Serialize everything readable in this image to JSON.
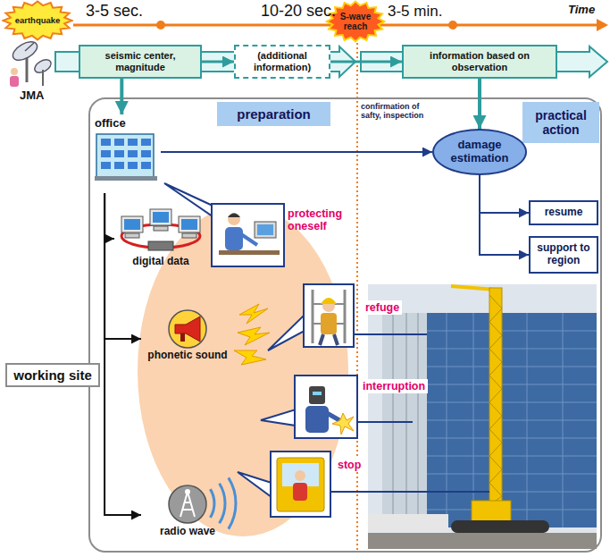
{
  "diagram": {
    "nodes": [
      {
        "text": [
          "earthquake"
        ]
      },
      {
        "text": [
          "S-wave reach"
        ]
      },
      {
        "text": [
          "seismic center, magnitude"
        ]
      },
      {
        "text": [
          "(additional information)"
        ]
      },
      {
        "text": [
          "information based on observation"
        ]
      },
      {
        "text": [
          "office"
        ]
      },
      {
        "text": [
          "preparation"
        ]
      },
      {
        "text": [
          "practical action"
        ]
      },
      {
        "text": [
          "damage estimation"
        ]
      },
      {
        "text": [
          "resume"
        ]
      },
      {
        "text": [
          "support to region"
        ]
      },
      {
        "text": [
          "digital data"
        ]
      },
      {
        "text": [
          "phonetic sound"
        ]
      },
      {
        "text": [
          "radio wave"
        ]
      },
      {
        "text": [
          "working site"
        ]
      }
    ],
    "edges": [
      {
        "from": 2,
        "to": 5,
        "arrow": "to"
      },
      {
        "from": 2,
        "to": 3,
        "arrow": "to"
      },
      {
        "from": 3,
        "to": 4,
        "arrow": "to"
      },
      {
        "from": 4,
        "to": 8,
        "arrow": "to"
      },
      {
        "from": 5,
        "to": 8,
        "arrow": "to"
      },
      {
        "from": 8,
        "to": 9,
        "arrow": "to"
      },
      {
        "from": 8,
        "to": 10,
        "arrow": "to"
      },
      {
        "from": 5,
        "to": 11,
        "arrow": "to"
      },
      {
        "from": 5,
        "to": 12,
        "arrow": "to"
      },
      {
        "from": 5,
        "to": 13,
        "arrow": "to"
      }
    ],
    "labels": [
      "3-5 sec.",
      "10-20 sec.",
      "3-5 min.",
      "Time",
      "JMA",
      "confirmation of safty, inspection",
      "protecting oneself",
      "refuge",
      "interruption",
      "stop"
    ]
  }
}
